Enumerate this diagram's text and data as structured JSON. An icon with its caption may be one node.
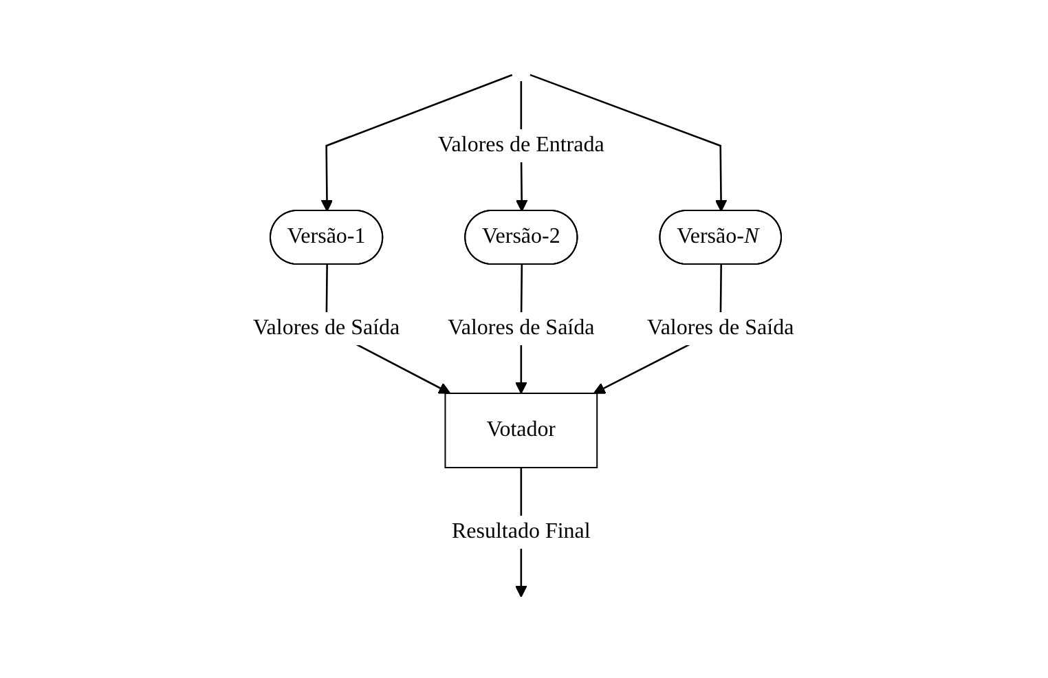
{
  "diagram": {
    "nodes": [
      {
        "text": [
          "Versão-1"
        ]
      },
      {
        "text": [
          "Versão-2"
        ]
      },
      {
        "text": [
          "Versão-*N*"
        ]
      },
      {
        "text": [
          "Votador"
        ]
      }
    ],
    "edges": [
      {
        "from": null,
        "to": 0,
        "arrow": "to"
      },
      {
        "from": null,
        "to": 1,
        "arrow": "to",
        "label": "Valores de Entrada"
      },
      {
        "from": null,
        "to": 2,
        "arrow": "to"
      },
      {
        "from": 0,
        "to": 3,
        "arrow": "to",
        "label": "Valores de Saída"
      },
      {
        "from": 1,
        "to": 3,
        "arrow": "to",
        "label": "Valores de Saída"
      },
      {
        "from": 2,
        "to": 3,
        "arrow": "to",
        "label": "Valores de Saída"
      },
      {
        "from": 3,
        "to": null,
        "arrow": "to",
        "label": "Resultado Final"
      }
    ]
  }
}
